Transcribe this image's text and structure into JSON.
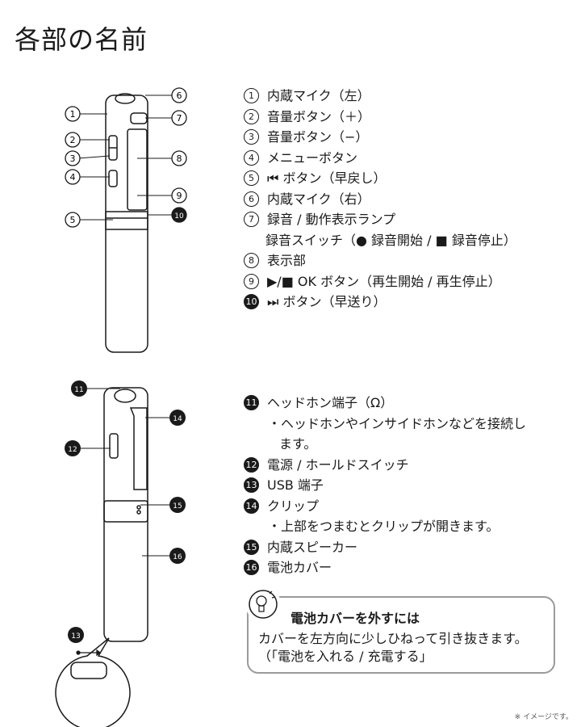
{
  "title": "各部の名前",
  "parts_top": [
    {
      "n": "1",
      "label": "内蔵マイク（左）"
    },
    {
      "n": "2",
      "label": "音量ボタン（＋）"
    },
    {
      "n": "3",
      "label": "音量ボタン（−）"
    },
    {
      "n": "4",
      "label": "メニューボタン"
    },
    {
      "n": "5",
      "label": "⏮ ボタン（早戻し）"
    },
    {
      "n": "6",
      "label": "内蔵マイク（右）"
    },
    {
      "n": "7",
      "label": "録音 / 動作表示ランプ",
      "sub": "録音スイッチ（● 録音開始 / ■ 録音停止）"
    },
    {
      "n": "8",
      "label": "表示部"
    },
    {
      "n": "9",
      "label": "▶/■ OK ボタン（再生開始 / 再生停止）"
    },
    {
      "n": "10",
      "label": "⏭ ボタン（早送り）"
    }
  ],
  "parts_bottom": [
    {
      "n": "11",
      "label": "ヘッドホン端子（Ω）",
      "bullet": "・ヘッドホンやインサイドホンなどを接続し",
      "bullet2": "ます。"
    },
    {
      "n": "12",
      "label": "電源 / ホールドスイッチ"
    },
    {
      "n": "13",
      "label": "USB 端子"
    },
    {
      "n": "14",
      "label": "クリップ",
      "bullet": "・上部をつまむとクリップが開きます。"
    },
    {
      "n": "15",
      "label": "内蔵スピーカー"
    },
    {
      "n": "16",
      "label": "電池カバー"
    }
  ],
  "tip": {
    "title": "電池カバーを外すには",
    "line1": "カバーを左方向に少しひねって引き抜きます。",
    "line2": "（「電池を入れる / 充電する」"
  },
  "callouts_top": {
    "c1": "1",
    "c2": "2",
    "c3": "3",
    "c4": "4",
    "c5": "5",
    "c6": "6",
    "c7": "7",
    "c8": "8",
    "c9": "9",
    "c10": "10"
  },
  "callouts_bottom": {
    "c11": "11",
    "c12": "12",
    "c13": "13",
    "c14": "14",
    "c15": "15",
    "c16": "16",
    "c13b": "13"
  },
  "footnote": "※ イメージです。"
}
